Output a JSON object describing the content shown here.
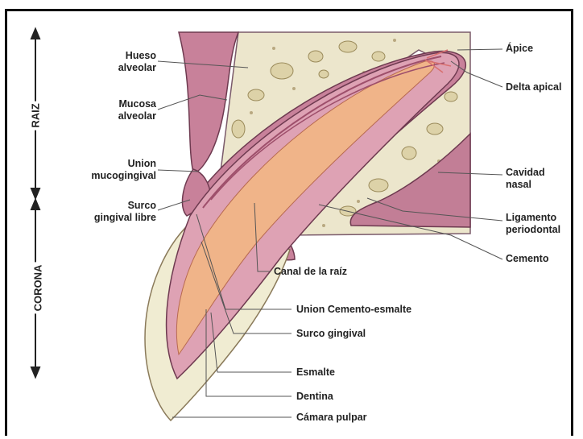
{
  "side_labels": {
    "raiz": "RAIZ",
    "corona": "CORONA"
  },
  "labels": {
    "hueso_alveolar": "Hueso\nalveolar",
    "mucosa_alveolar": "Mucosa\nalveolar",
    "union_mucogingival": "Union\nmucogingival",
    "surco_gingival_libre": "Surco\ngingival libre",
    "apice": "Ápice",
    "delta_apical": "Delta apical",
    "cavidad_nasal": "Cavidad\nnasal",
    "ligamento_periodontal": "Ligamento\nperiodontal",
    "cemento": "Cemento",
    "canal_raiz": "Canal de la raíz",
    "union_cemento_esmalte": "Union Cemento-esmalte",
    "surco_gingival": "Surco gingival",
    "esmalte": "Esmalte",
    "dentina": "Dentina",
    "camara_pulpar": "Cámara pulpar"
  },
  "colors": {
    "bone": "#ece6cc",
    "bone_spot": "#ddd2a8",
    "gum": "#c8819a",
    "gum_light": "#e3b5c3",
    "dentin": "#dea2b4",
    "pulp": "#f0b489",
    "enamel": "#f0ecd2",
    "nasal": "#c27e96",
    "root_line": "#9e4f6b"
  }
}
